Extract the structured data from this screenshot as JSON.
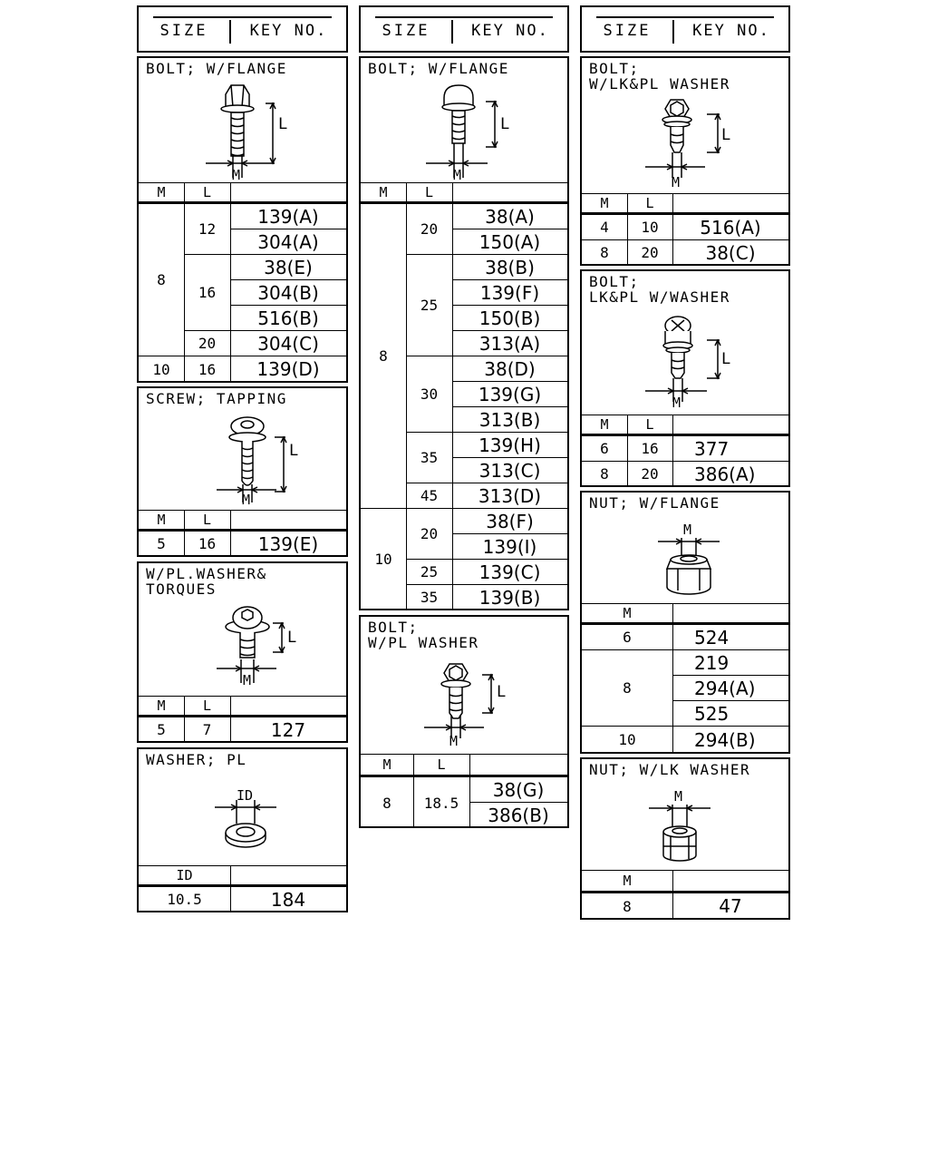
{
  "header": {
    "size_label": "SIZE",
    "key_label": "KEY NO."
  },
  "dims": {
    "L": "L",
    "M": "M",
    "ID": "ID"
  },
  "table_headers": {
    "M": "M",
    "L": "L",
    "ID": "ID"
  },
  "sections": {
    "bolt_flange_left": {
      "title": "BOLT; W/FLANGE",
      "rows": [
        {
          "M": "8",
          "L": "12",
          "keys": [
            "139(A)",
            "304(A)"
          ]
        },
        {
          "L": "16",
          "keys": [
            "38(E)",
            "304(B)",
            "516(B)"
          ]
        },
        {
          "L": "20",
          "keys": [
            "304(C)"
          ]
        },
        {
          "M": "10",
          "L": "16",
          "keys": [
            "139(D)"
          ]
        }
      ]
    },
    "screw_tapping": {
      "title": "SCREW; TAPPING",
      "rows": [
        {
          "M": "5",
          "L": "16",
          "keys": [
            "139(E)"
          ]
        }
      ]
    },
    "wpl_washer_torques": {
      "title": "W/PL.WASHER&\nTORQUES",
      "rows": [
        {
          "M": "5",
          "L": "7",
          "keys": [
            "127"
          ]
        }
      ]
    },
    "washer_pl": {
      "title": "WASHER; PL",
      "rows": [
        {
          "ID": "10.5",
          "keys": [
            "184"
          ]
        }
      ]
    },
    "bolt_flange_mid": {
      "title": "BOLT; W/FLANGE",
      "groups": [
        {
          "M": "8",
          "rows": [
            {
              "L": "20",
              "keys": [
                "38(A)",
                "150(A)"
              ]
            },
            {
              "L": "25",
              "keys": [
                "38(B)",
                "139(F)",
                "150(B)",
                "313(A)"
              ]
            },
            {
              "L": "30",
              "keys": [
                "38(D)",
                "139(G)",
                "313(B)"
              ]
            },
            {
              "L": "35",
              "keys": [
                "139(H)",
                "313(C)"
              ]
            },
            {
              "L": "45",
              "keys": [
                "313(D)"
              ]
            }
          ]
        },
        {
          "M": "10",
          "rows": [
            {
              "L": "20",
              "keys": [
                "38(F)",
                "139(I)"
              ]
            },
            {
              "L": "25",
              "keys": [
                "139(C)"
              ]
            },
            {
              "L": "35",
              "keys": [
                "139(B)"
              ]
            }
          ]
        }
      ]
    },
    "bolt_pl_washer": {
      "title": "BOLT;\nW/PL WASHER",
      "rows": [
        {
          "M": "8",
          "L": "18.5",
          "keys": [
            "38(G)",
            "386(B)"
          ]
        }
      ]
    },
    "bolt_lk_pl_washer": {
      "title": "BOLT;\nW/LK&PL WASHER",
      "rows": [
        {
          "M": "4",
          "L": "10",
          "keys": [
            "516(A)"
          ]
        },
        {
          "M": "8",
          "L": "20",
          "keys": [
            "38(C)"
          ]
        }
      ]
    },
    "bolt_lk_pl_w_washer": {
      "title": "BOLT;\nLK&PL W/WASHER",
      "rows": [
        {
          "M": "6",
          "L": "16",
          "keys": [
            "377"
          ]
        },
        {
          "M": "8",
          "L": "20",
          "keys": [
            "386(A)"
          ]
        }
      ]
    },
    "nut_flange": {
      "title": "NUT; W/FLANGE",
      "rows": [
        {
          "M": "6",
          "keys": [
            "524"
          ]
        },
        {
          "M": "8",
          "keys": [
            "219",
            "294(A)",
            "525"
          ]
        },
        {
          "M": "10",
          "keys": [
            "294(B)"
          ]
        }
      ]
    },
    "nut_lk_washer": {
      "title": "NUT; W/LK WASHER",
      "rows": [
        {
          "M": "8",
          "keys": [
            "47"
          ]
        }
      ]
    }
  }
}
